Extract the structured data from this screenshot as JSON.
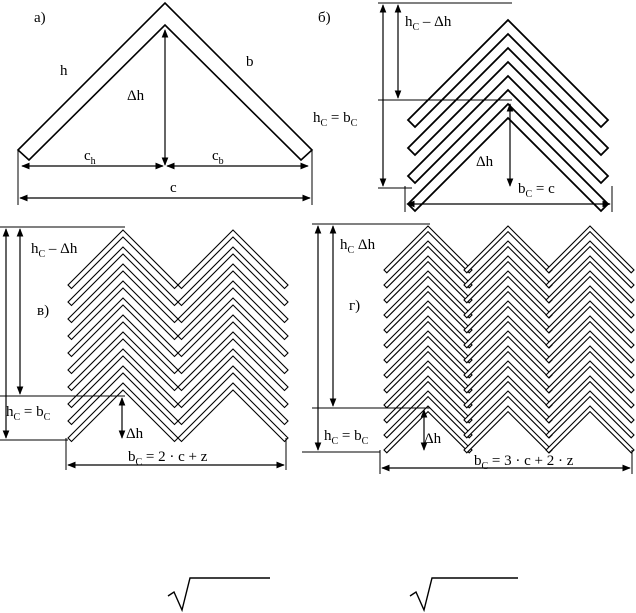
{
  "panels": {
    "a": {
      "letter": "а)",
      "h": "h",
      "b": "b",
      "dh": "Δh",
      "ch_main": "c",
      "ch_sub": "h",
      "cb_main": "c",
      "cb_sub": "b",
      "c": "c"
    },
    "b": {
      "letter": "б)",
      "top_label_main": "h",
      "top_label_sub": "C",
      "top_label_rest": " – Δh",
      "side_label_main": "h",
      "side_label_sub": "C",
      "side_label_mid": " = b",
      "side_label_sub2": "C",
      "dh": "Δh",
      "bottom_main": "b",
      "bottom_sub": "C",
      "bottom_rest": " = c"
    },
    "v": {
      "letter": "в)",
      "top_label_main": "h",
      "top_label_sub": "C",
      "top_label_rest": " – Δh",
      "side_label_main": "h",
      "side_label_sub": "C",
      "side_label_mid": " = b",
      "side_label_sub2": "C",
      "dh": "Δh",
      "bottom_main": "b",
      "bottom_sub": "C",
      "bottom_rest": " = 2 · c + z"
    },
    "g": {
      "letter": "г)",
      "top_label_main": "h",
      "top_label_sub": "C",
      "top_label_rest": "  Δh",
      "side_label_main": "h",
      "side_label_sub": "C",
      "side_label_mid": " = b",
      "side_label_sub2": "C",
      "dh": "Δh",
      "bottom_main": "b",
      "bottom_sub": "C",
      "bottom_rest": " = 3 · c + 2 · z"
    }
  },
  "formula": {
    "sqrt_count": 2
  }
}
